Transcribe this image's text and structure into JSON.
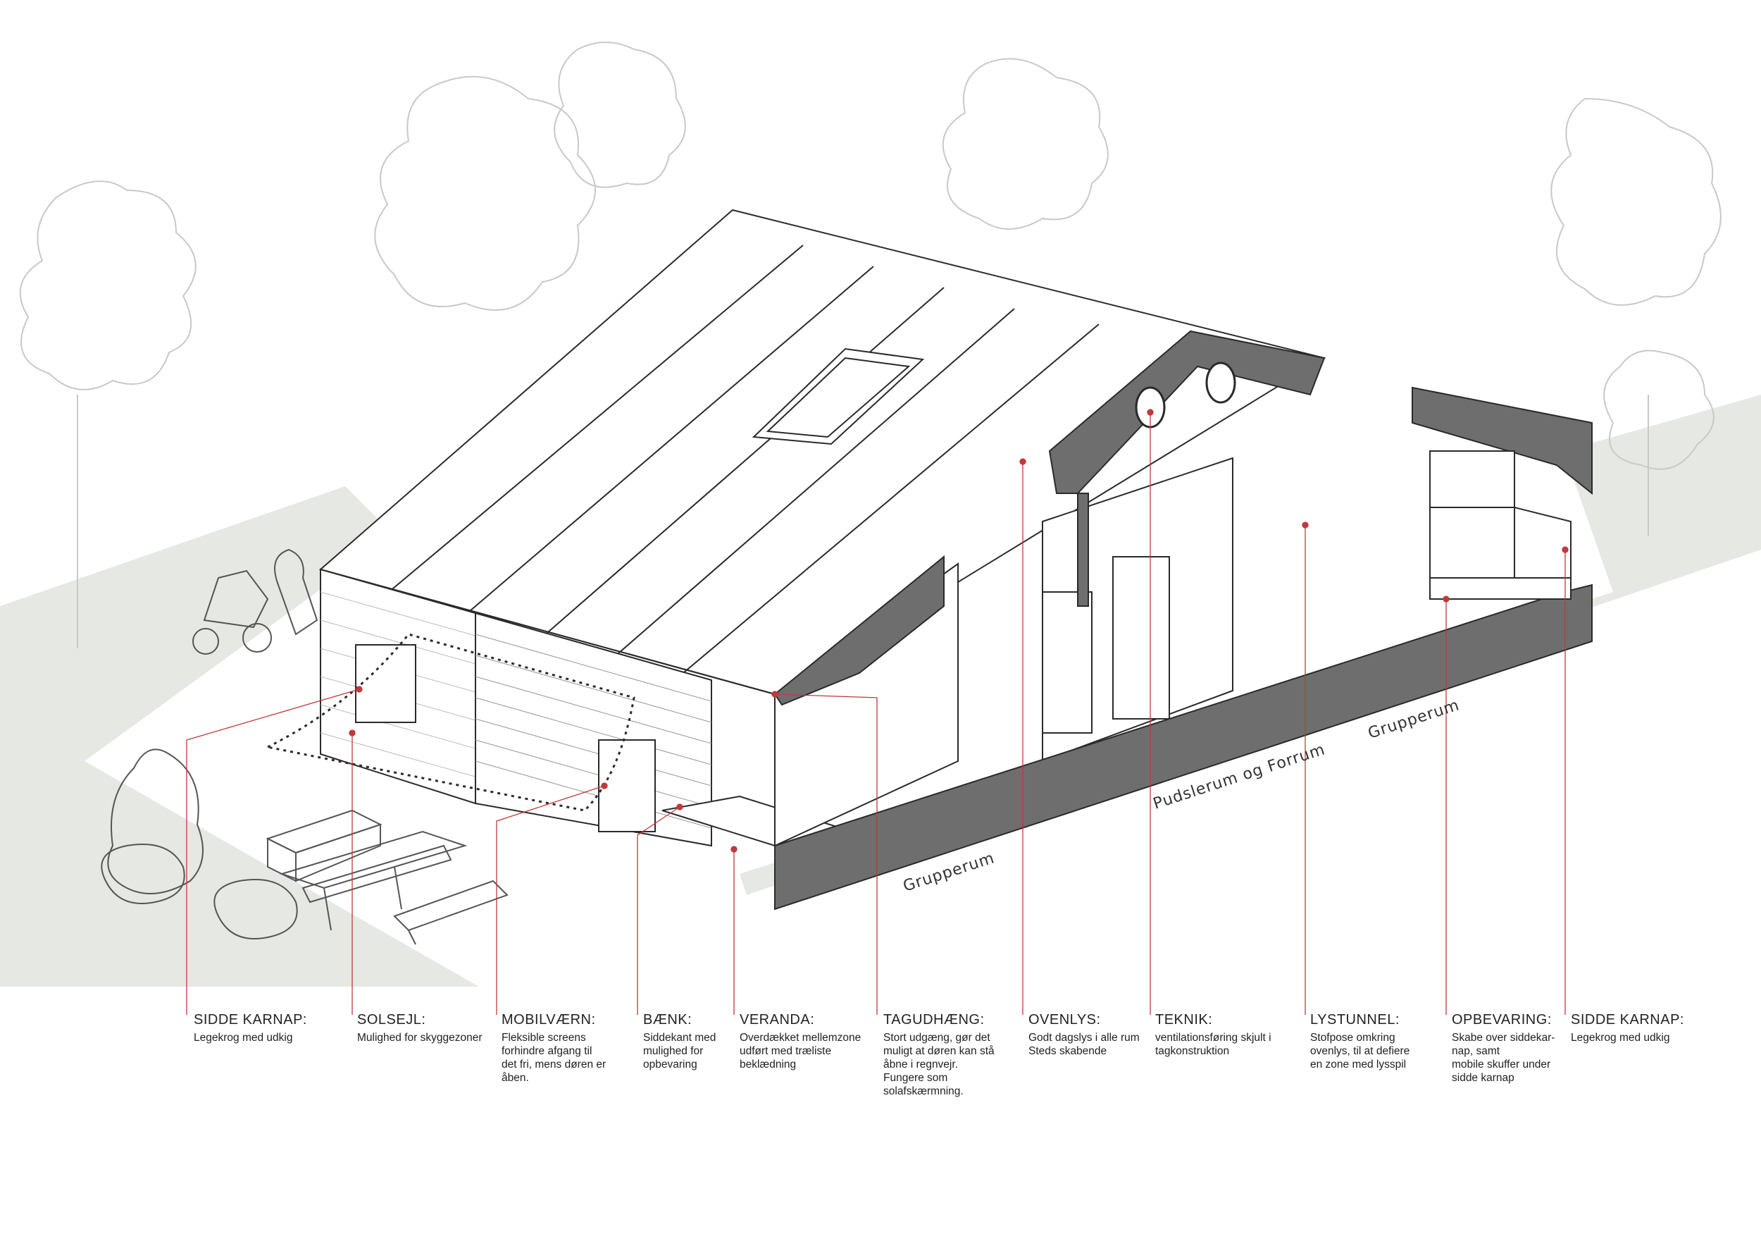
{
  "colors": {
    "leader": "#c0393b",
    "section_fill": "#6e6e6e",
    "ground": "#e6e8e3",
    "line": "#2a2a2a",
    "tree": "#c9c9c9"
  },
  "room_labels": {
    "grupperum_left": "Grupperum",
    "pudslerum": "Pudslerum og Forrum",
    "grupperum_right": "Grupperum"
  },
  "annotations": [
    {
      "title": "SIDDE KARNAP:",
      "lines": [
        "Legekrog med udkig"
      ]
    },
    {
      "title": "SOLSEJL:",
      "lines": [
        "Mulighed for skyggezoner"
      ]
    },
    {
      "title": "MOBILVÆRN:",
      "lines": [
        "Fleksible screens",
        "forhindre afgang til",
        "det fri, mens døren er",
        "åben."
      ]
    },
    {
      "title": "BÆNK:",
      "lines": [
        "Siddekant med",
        "mulighed for",
        "opbevaring"
      ]
    },
    {
      "title": "VERANDA:",
      "lines": [
        "Overdækket mellemzone",
        "udført med træliste",
        "beklædning"
      ]
    },
    {
      "title": "TAGUDHÆNG:",
      "lines": [
        "Stort udgæng, gør det",
        "muligt at døren kan stå",
        "åbne i regnvejr.",
        "Fungere som",
        "solafskærmning."
      ]
    },
    {
      "title": "OVENLYS:",
      "lines": [
        "Godt dagslys i alle rum",
        "Steds skabende"
      ]
    },
    {
      "title": "TEKNIK:",
      "lines": [
        "ventilationsføring skjult i",
        "tagkonstruktion"
      ]
    },
    {
      "title": "LYSTUNNEL:",
      "lines": [
        "Stofpose omkring",
        "ovenlys, til at defiere",
        "en zone med lysspil"
      ]
    },
    {
      "title": "OPBEVARING:",
      "lines": [
        "Skabe over siddekar-",
        "nap, samt",
        "mobile skuffer under",
        "sidde karnap"
      ]
    },
    {
      "title": "SIDDE KARNAP:",
      "lines": [
        "Legekrog med udkig"
      ]
    }
  ]
}
